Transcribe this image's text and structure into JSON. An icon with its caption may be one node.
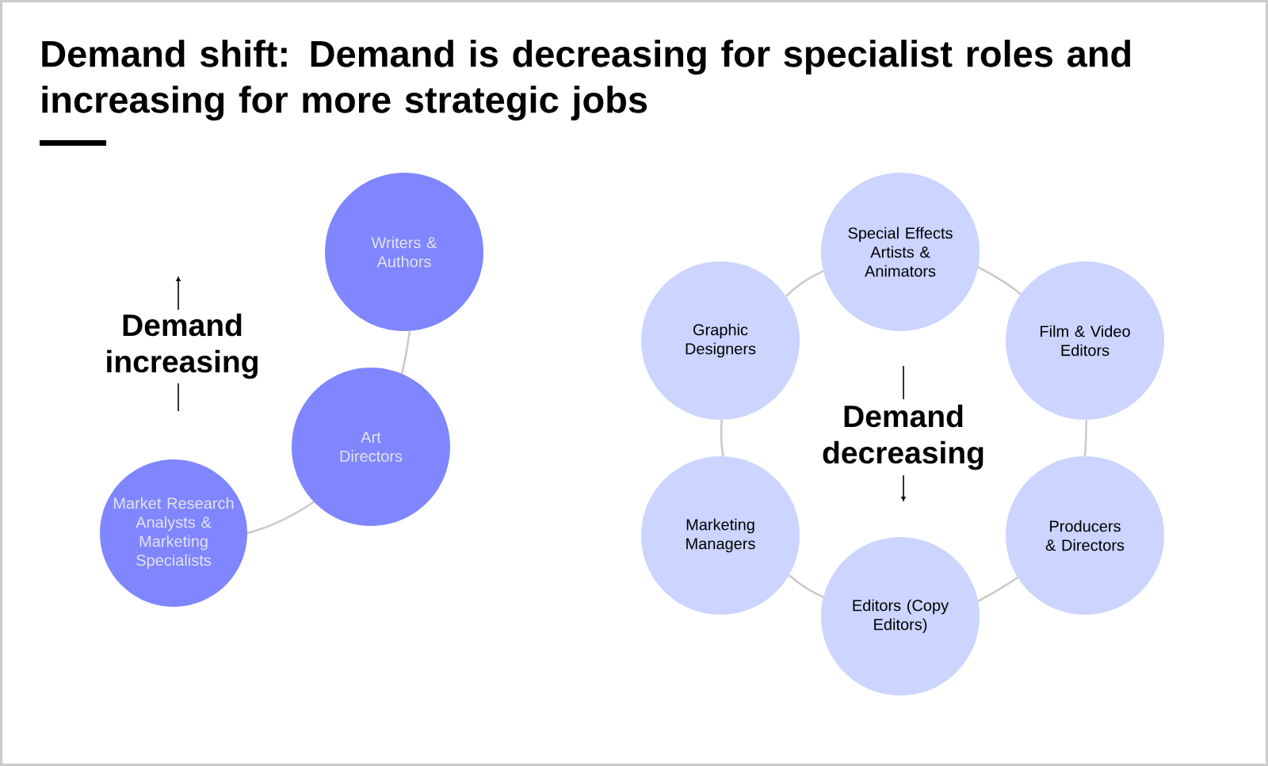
{
  "diagram": {
    "title": "Demand shift: Demand is decreasing for specialist roles and increasing for more strategic jobs",
    "nodes": [
      {
        "text": [
          "Writers & Authors"
        ]
      },
      {
        "text": [
          "Art Directors"
        ]
      },
      {
        "text": [
          "Market Research Analysts & Marketing Specialists"
        ]
      },
      {
        "text": [
          "Special Effects Artists & Animators"
        ]
      },
      {
        "text": [
          "Graphic Designers"
        ]
      },
      {
        "text": [
          "Film & Video Editors"
        ]
      },
      {
        "text": [
          "Marketing Managers"
        ]
      },
      {
        "text": [
          "Producers & Directors"
        ]
      },
      {
        "text": [
          "Editors (Copy Editors)"
        ]
      }
    ],
    "edges": [
      {
        "from": 0,
        "to": 1,
        "arrow": "none"
      },
      {
        "from": 1,
        "to": 2,
        "arrow": "none"
      },
      {
        "from": 4,
        "to": 3,
        "arrow": "none"
      },
      {
        "from": 3,
        "to": 5,
        "arrow": "none"
      },
      {
        "from": 5,
        "to": 7,
        "arrow": "none"
      },
      {
        "from": 7,
        "to": 8,
        "arrow": "none"
      },
      {
        "from": 8,
        "to": 6,
        "arrow": "none"
      },
      {
        "from": 6,
        "to": 4,
        "arrow": "none"
      }
    ],
    "labels": [
      "Demand increasing",
      "Demand decreasing"
    ]
  }
}
